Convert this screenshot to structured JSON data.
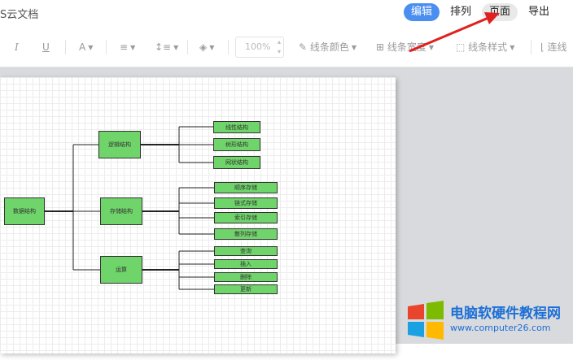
{
  "app": {
    "title": "S云文档"
  },
  "menu": {
    "edit": "编辑",
    "arrange": "排列",
    "page": "页面",
    "export": "导出"
  },
  "toolbar": {
    "italic": "I",
    "underline": "U",
    "font_color": "A",
    "zoom": "100%",
    "line_color": "线条颜色",
    "line_width": "线条宽度",
    "line_style": "线条样式",
    "connector": "连线"
  },
  "diagram": {
    "root": "数据结构",
    "groups": [
      {
        "label": "逻辑结构",
        "children": [
          "线性结构",
          "树形结构",
          "网状结构"
        ]
      },
      {
        "label": "存储结构",
        "children": [
          "顺序存储",
          "链式存储",
          "索引存储",
          "散列存储"
        ]
      },
      {
        "label": "运算",
        "children": [
          "查询",
          "插入",
          "删除",
          "更新"
        ]
      }
    ]
  },
  "watermark": {
    "text": "电脑软硬件教程网",
    "url": "www.computer26.com"
  },
  "colors": {
    "accent": "#4a8ef0",
    "node_fill": "#6fd46a",
    "arrow": "#e02020"
  }
}
